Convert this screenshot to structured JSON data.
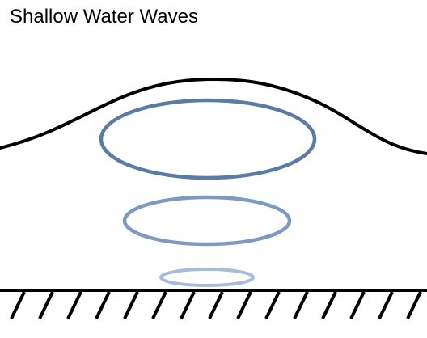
{
  "title": "Shallow Water Waves",
  "colors": {
    "outline": "#000000",
    "orbit_large": "#5b7aa6",
    "orbit_medium": "#7e9ac0",
    "orbit_small": "#a6bcd8"
  },
  "elements": {
    "water_surface": "wave-crest-curve",
    "orbits": [
      "large-orbit",
      "medium-orbit",
      "small-orbit"
    ],
    "sea_floor": "hatched-ground"
  }
}
